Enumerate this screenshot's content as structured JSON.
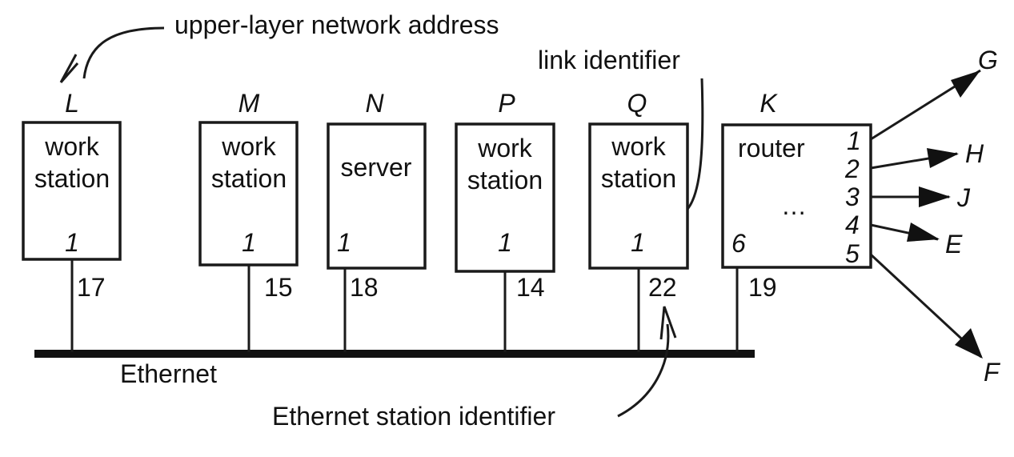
{
  "annotations": {
    "upper_layer": "upper-layer network address",
    "link_identifier": "link identifier",
    "ethernet_station_identifier": "Ethernet station identifier"
  },
  "bus": {
    "label": "Ethernet"
  },
  "nodes": [
    {
      "name": "L",
      "type_line1": "work",
      "type_line2": "station",
      "link": "1",
      "station_id": "17"
    },
    {
      "name": "M",
      "type_line1": "work",
      "type_line2": "station",
      "link": "1",
      "station_id": "15"
    },
    {
      "name": "N",
      "type_line1": "server",
      "type_line2": "",
      "link": "1",
      "station_id": "18"
    },
    {
      "name": "P",
      "type_line1": "work",
      "type_line2": "station",
      "link": "1",
      "station_id": "14"
    },
    {
      "name": "Q",
      "type_line1": "work",
      "type_line2": "station",
      "link": "1",
      "station_id": "22"
    }
  ],
  "router": {
    "name": "K",
    "label": "router",
    "ellipsis": "…",
    "ethernet_link": "6",
    "station_id": "19",
    "ports": [
      {
        "num": "1",
        "dest": "G"
      },
      {
        "num": "2",
        "dest": "H"
      },
      {
        "num": "3",
        "dest": "J"
      },
      {
        "num": "4",
        "dest": "E"
      },
      {
        "num": "5",
        "dest": "F"
      }
    ]
  }
}
